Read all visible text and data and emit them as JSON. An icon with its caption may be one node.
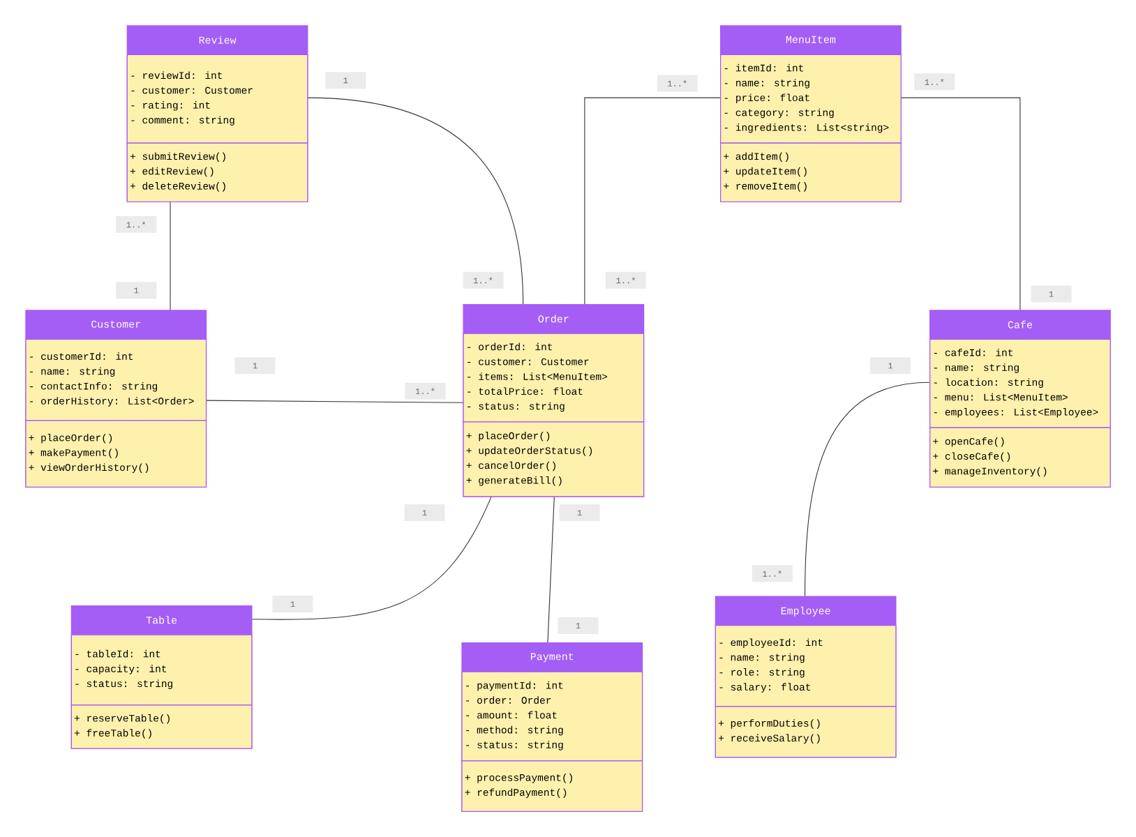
{
  "diagram": {
    "nodes": [
      {
        "text": [
          "Review"
        ]
      },
      {
        "text": [
          "- reviewId: int",
          "- customer: Customer",
          "- rating: int",
          "- comment: string"
        ],
        "in": 0
      },
      {
        "text": [
          "+ submitReview()",
          "+ editReview()",
          "+ deleteReview()"
        ],
        "in": 0
      },
      {
        "text": [
          "MenuItem"
        ]
      },
      {
        "text": [
          "- itemId: int",
          "- name: string",
          "- price: float",
          "- category: string",
          "- ingredients: List<string>"
        ],
        "in": 3
      },
      {
        "text": [
          "+ addItem()",
          "+ updateItem()",
          "+ removeItem()"
        ],
        "in": 3
      },
      {
        "text": [
          "Customer"
        ]
      },
      {
        "text": [
          "- customerId: int",
          "- name: string",
          "- contactInfo: string",
          "- orderHistory: List<Order>"
        ],
        "in": 6
      },
      {
        "text": [
          "+ placeOrder()",
          "+ makePayment()",
          "+ viewOrderHistory()"
        ],
        "in": 6
      },
      {
        "text": [
          "Order"
        ]
      },
      {
        "text": [
          "- orderId: int",
          "- customer: Customer",
          "- items: List<MenuItem>",
          "- totalPrice: float",
          "- status: string"
        ],
        "in": 9
      },
      {
        "text": [
          "+ placeOrder()",
          "+ updateOrderStatus()",
          "+ cancelOrder()",
          "+ generateBill()"
        ],
        "in": 9
      },
      {
        "text": [
          "Cafe"
        ]
      },
      {
        "text": [
          "- cafeId: int",
          "- name: string",
          "- location: string",
          "- menu: List<MenuItem>",
          "- employees: List<Employee>"
        ],
        "in": 12
      },
      {
        "text": [
          "+ openCafe()",
          "+ closeCafe()",
          "+ manageInventory()"
        ],
        "in": 12
      },
      {
        "text": [
          "Table"
        ]
      },
      {
        "text": [
          "- tableId: int",
          "- capacity: int",
          "- status: string"
        ],
        "in": 15
      },
      {
        "text": [
          "+ reserveTable()",
          "+ freeTable()"
        ],
        "in": 15
      },
      {
        "text": [
          "Payment"
        ]
      },
      {
        "text": [
          "- paymentId: int",
          "- order: Order",
          "- amount: float",
          "- method: string",
          "- status: string"
        ],
        "in": 18
      },
      {
        "text": [
          "+ processPayment()",
          "+ refundPayment()"
        ],
        "in": 18
      },
      {
        "text": [
          "Employee"
        ]
      },
      {
        "text": [
          "- employeeId: int",
          "- name: string",
          "- role: string",
          "- salary: float"
        ],
        "in": 21
      },
      {
        "text": [
          "+ performDuties()",
          "+ receiveSalary()"
        ],
        "in": 21
      }
    ],
    "edges": [
      {
        "from": 0,
        "to": 9,
        "arrow": "none"
      },
      {
        "from": 0,
        "to": 6,
        "arrow": "none"
      },
      {
        "from": 3,
        "to": 9,
        "arrow": "none"
      },
      {
        "from": 3,
        "to": 12,
        "arrow": "none"
      },
      {
        "from": 6,
        "to": 9,
        "arrow": "none"
      },
      {
        "from": 9,
        "to": 15,
        "arrow": "none"
      },
      {
        "from": 9,
        "to": 18,
        "arrow": "none"
      },
      {
        "from": 12,
        "to": 21,
        "arrow": "none"
      }
    ],
    "labels": [
      "1",
      "1..*",
      "1..*",
      "1..*",
      "1..*",
      "1..*",
      "1",
      "1",
      "1",
      "1",
      "1..*",
      "1",
      "1",
      "1..*",
      "1",
      "1"
    ]
  }
}
